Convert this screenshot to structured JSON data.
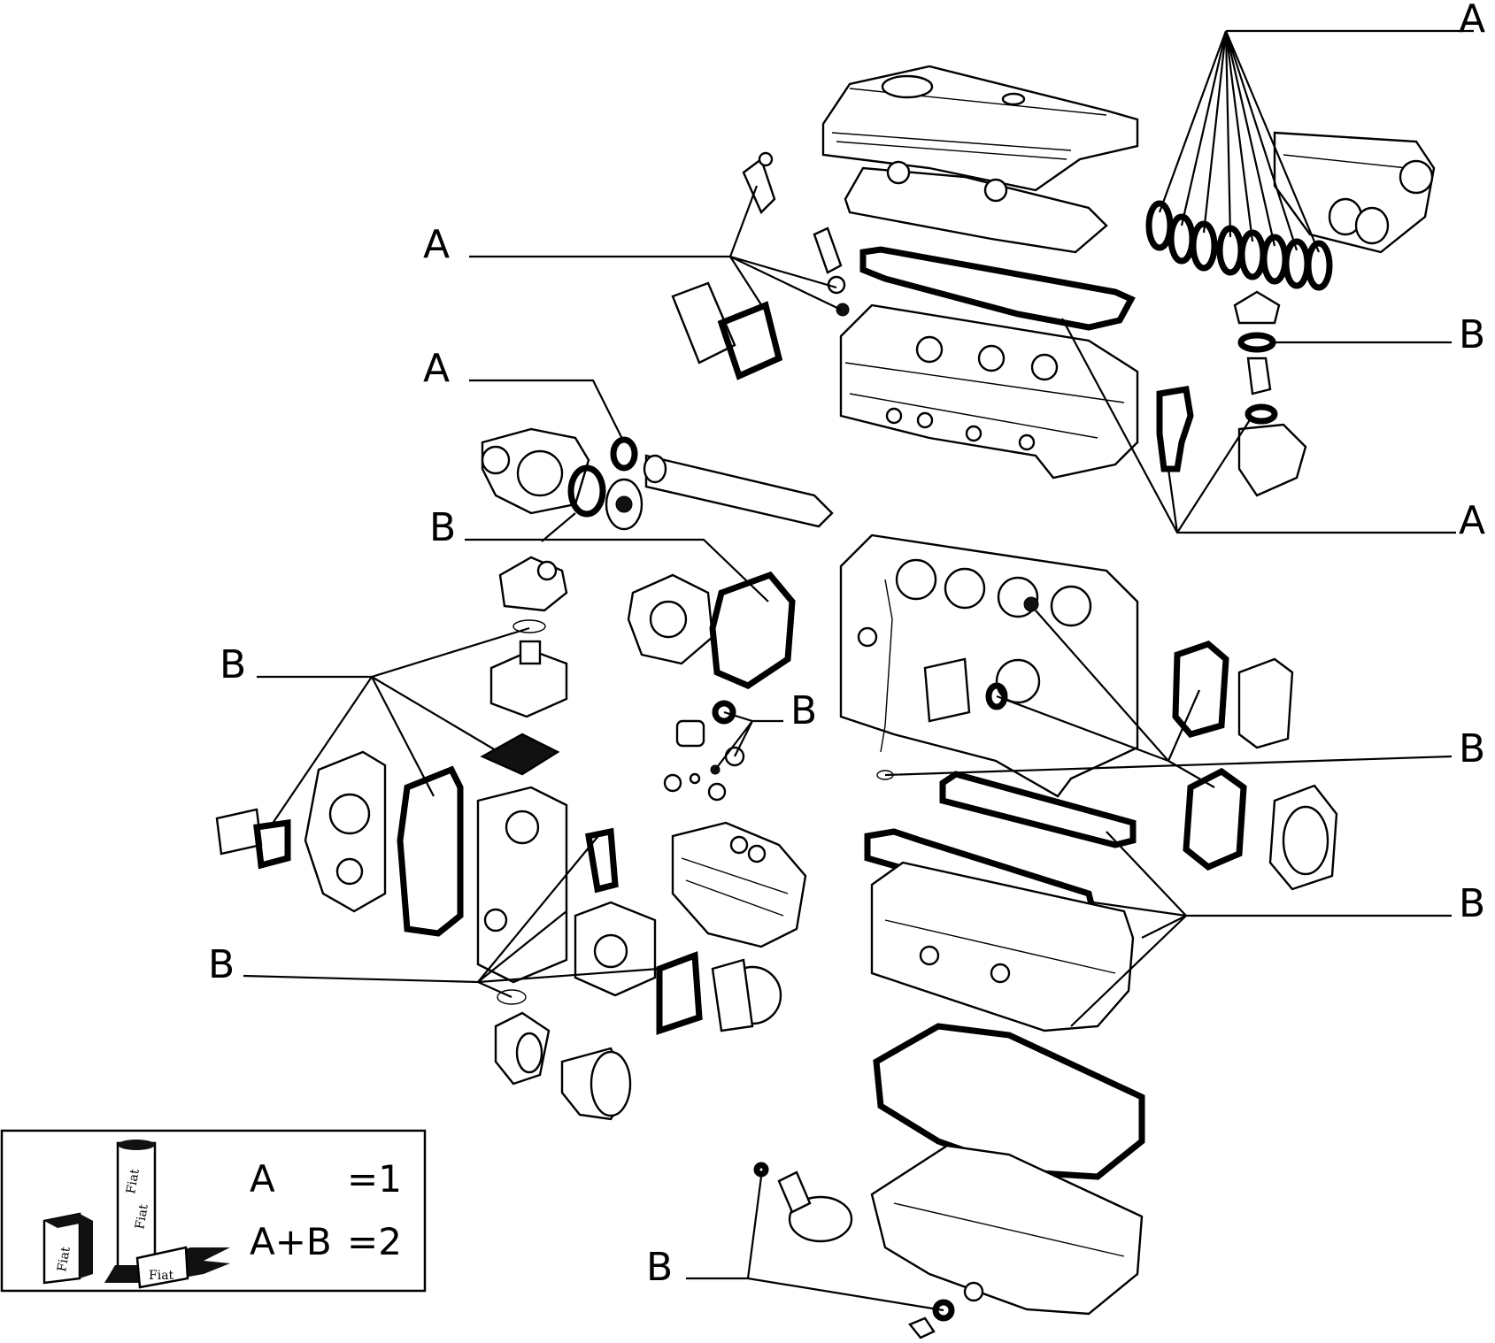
{
  "callouts": {
    "top_right_a": "A",
    "head_left_a": "A",
    "water_left_a": "A",
    "thermo_b": "B",
    "manifold_a": "A",
    "pump_b": "B",
    "left_b": "B",
    "seal_b": "B",
    "block_right_b": "B",
    "lower_right_b": "B",
    "filter_b": "B",
    "sump_b": "B"
  },
  "legend": {
    "row1_label": "A",
    "row1_value": "=1",
    "row2_label": "A+B",
    "row2_value": "=2",
    "brand_marks": [
      "Fiat",
      "Fiat",
      "Fiat",
      "Fiat"
    ]
  }
}
